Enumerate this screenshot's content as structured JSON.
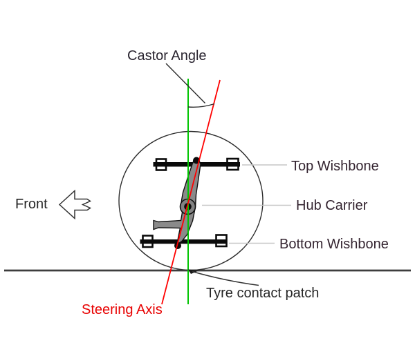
{
  "title": "Castor Angle",
  "front": "Front",
  "labels": {
    "top_wishbone": "Top Wishbone",
    "hub_carrier": "Hub Carrier",
    "bottom_wishbone": "Bottom Wishbone",
    "tyre_contact_patch": "Tyre contact patch",
    "steering_axis": "Steering Axis"
  },
  "colors": {
    "steering_axis_line": "#ff0000",
    "steering_axis_text": "#e80000",
    "vertical_reference_line": "#00c400",
    "component_label_text": "#342430",
    "title_text": "#2a2530",
    "dark_text": "#262626",
    "ground_line": "#3d3d3d",
    "hub_carrier_fill": "#8a8a8a",
    "callout_line": "#c6c6c6"
  }
}
